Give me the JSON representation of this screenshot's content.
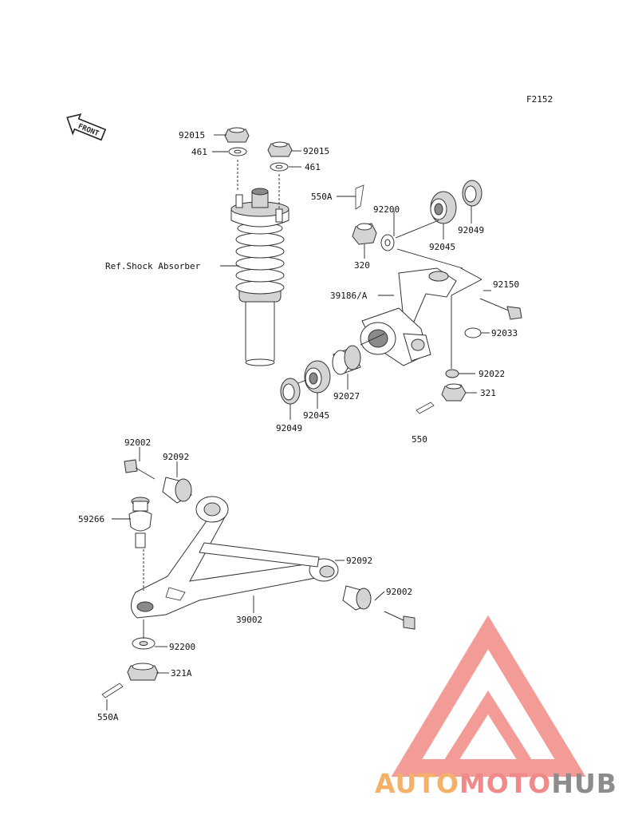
{
  "diagram": {
    "figure_code": "F2152",
    "front_label": "FRONT",
    "reference_label": "Ref.Shock Absorber",
    "callouts": [
      {
        "id": "c1",
        "text": "92015"
      },
      {
        "id": "c2",
        "text": "461"
      },
      {
        "id": "c3",
        "text": "92015"
      },
      {
        "id": "c4",
        "text": "461"
      },
      {
        "id": "c5",
        "text": "550A"
      },
      {
        "id": "c6",
        "text": "92200"
      },
      {
        "id": "c7",
        "text": "92049"
      },
      {
        "id": "c8",
        "text": "92045"
      },
      {
        "id": "c9",
        "text": "320"
      },
      {
        "id": "c10",
        "text": "92150"
      },
      {
        "id": "c11",
        "text": "39186/A"
      },
      {
        "id": "c12",
        "text": "92033"
      },
      {
        "id": "c13",
        "text": "92022"
      },
      {
        "id": "c14",
        "text": "321"
      },
      {
        "id": "c15",
        "text": "92027"
      },
      {
        "id": "c16",
        "text": "92045"
      },
      {
        "id": "c17",
        "text": "92049"
      },
      {
        "id": "c18",
        "text": "550"
      },
      {
        "id": "c19",
        "text": "92002"
      },
      {
        "id": "c20",
        "text": "92092"
      },
      {
        "id": "c21",
        "text": "59266"
      },
      {
        "id": "c22",
        "text": "92092"
      },
      {
        "id": "c23",
        "text": "92002"
      },
      {
        "id": "c24",
        "text": "39002"
      },
      {
        "id": "c25",
        "text": "92200"
      },
      {
        "id": "c26",
        "text": "321A"
      },
      {
        "id": "c27",
        "text": "550A"
      }
    ]
  },
  "watermark": {
    "part1": "AUTO",
    "part2": "MOTO",
    "part3": "HUB",
    "color_orange": "#f5b16a",
    "color_red": "#f08a8a",
    "color_gray": "#8c8c8c",
    "logo_color": "#f28b85"
  }
}
